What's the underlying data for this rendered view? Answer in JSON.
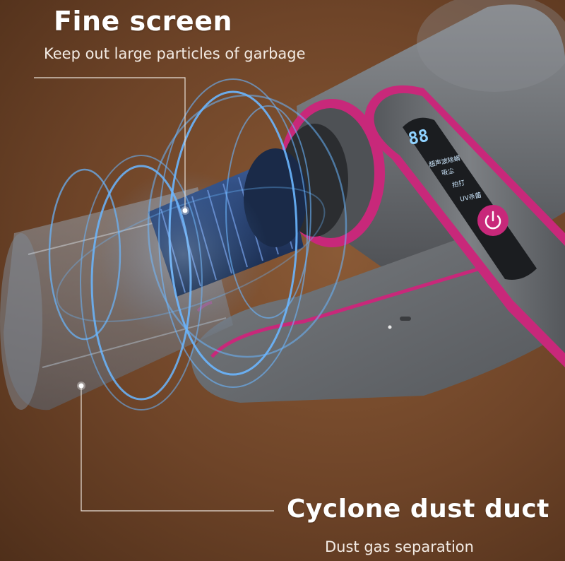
{
  "callouts": {
    "fine_screen": {
      "title": "Fine screen",
      "subtitle": "Keep out large particles of garbage"
    },
    "cyclone": {
      "title": "Cyclone dust duct",
      "subtitle": "Dust gas separation"
    }
  },
  "control_panel": {
    "display_value": "88",
    "buttons": [
      "超声波除螨",
      "吸尘",
      "拍打",
      "UV杀菌"
    ]
  },
  "colors": {
    "background": "#6e4428",
    "body_gray": "#6f7276",
    "accent_magenta": "#c8287a",
    "swirl_blue": "#5aa8ff",
    "text_white": "#ffffff"
  },
  "icons": [
    "power-icon",
    "usb-port-icon",
    "callout-dot-icon"
  ]
}
